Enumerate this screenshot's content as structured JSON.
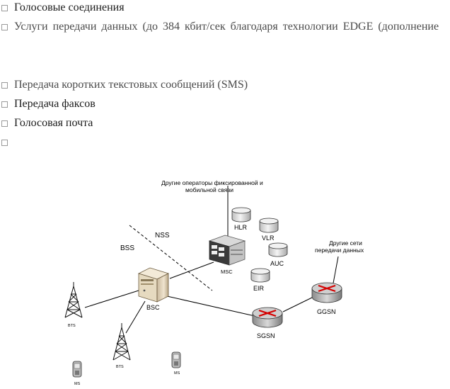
{
  "bullets": [
    {
      "text": "Голосовые соединения"
    },
    {
      "text": "Услуги передачи данных (до 384 кбит/сек благодаря технологии EDGE (дополнение"
    },
    {
      "text": "Передача коротких текстовых сообщений (SMS)"
    },
    {
      "text": "Передача факсов"
    },
    {
      "text": "Голосовая почта"
    },
    {
      "text": ""
    }
  ],
  "diagram": {
    "other_operators_line1": "Другие операторы фиксированной и",
    "other_operators_line2": "мобильной связи",
    "other_networks_line1": "Другие сети",
    "other_networks_line2": "передачи данных",
    "nss": "NSS",
    "bss": "BSS",
    "msc": "MSC",
    "bsc": "BSC",
    "hlr": "HLR",
    "vlr": "VLR",
    "auc": "AUC",
    "eir": "EIR",
    "sgsn": "SGSN",
    "ggsn": "GGSN",
    "bts1": "BTS",
    "bts2": "BTS",
    "ms1": "MS",
    "ms2": "MS"
  }
}
